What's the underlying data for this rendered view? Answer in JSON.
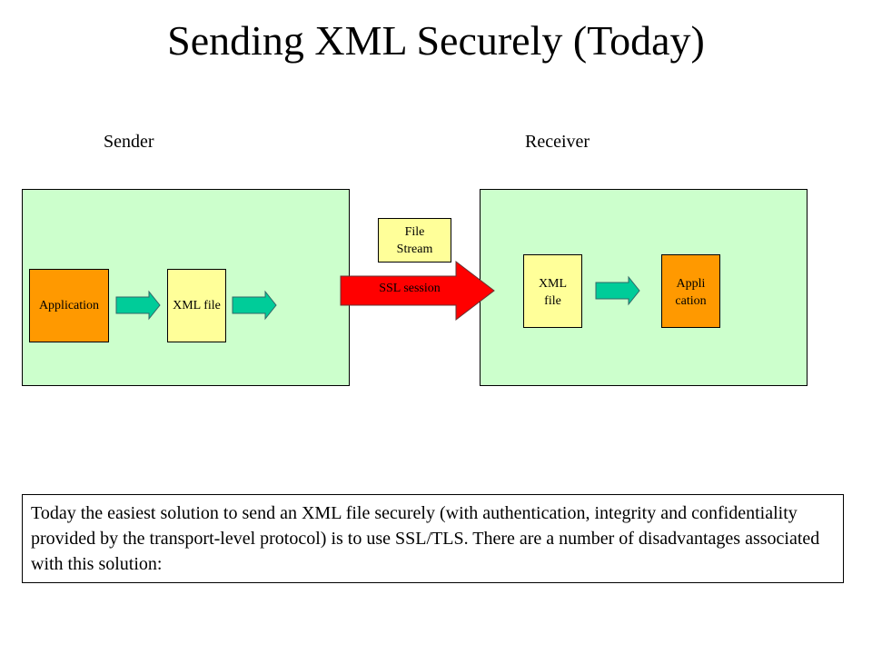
{
  "title": "Sending XML Securely (Today)",
  "sender": {
    "label": "Sender",
    "application": "Application",
    "xml_file": "XML file"
  },
  "receiver": {
    "label": "Receiver",
    "xml_file_line1": "XML",
    "xml_file_line2": "file",
    "app_line1": "Appli",
    "app_line2": "cation"
  },
  "channel": {
    "file_stream_line1": "File",
    "file_stream_line2": "Stream",
    "ssl": "SSL session"
  },
  "description": "Today the easiest solution to send an XML file securely (with authentication, integrity and confidentiality provided by the transport-level protocol)  is to use SSL/TLS. There are a number of disadvantages associated with this solution:",
  "colors": {
    "panel": "#ccffcc",
    "app": "#ff9900",
    "file": "#ffff99",
    "arrow": "#00cc99",
    "ssl": "#ff0000"
  }
}
